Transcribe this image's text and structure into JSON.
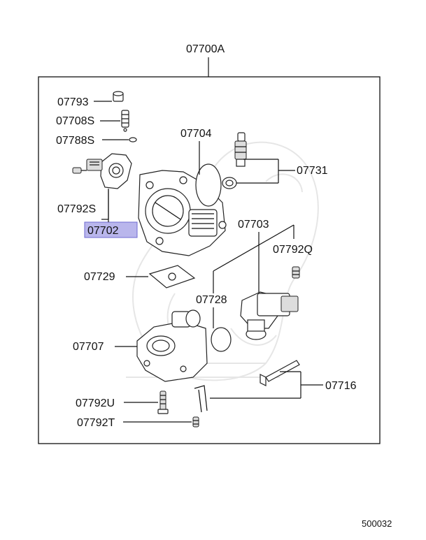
{
  "diagram": {
    "assembly_label": "07700A",
    "labels": {
      "p07793": "07793",
      "p07708S": "07708S",
      "p07788S": "07788S",
      "p07792S": "07792S",
      "p07702": "07702",
      "p07704": "07704",
      "p07731": "07731",
      "p07703": "07703",
      "p07792Q": "07792Q",
      "p07729": "07729",
      "p07728": "07728",
      "p07707": "07707",
      "p07716": "07716",
      "p07792U": "07792U",
      "p07792T": "07792T"
    },
    "highlighted_part": "07702",
    "highlight_color": "#b9b6ec",
    "diagram_code": "500032"
  }
}
